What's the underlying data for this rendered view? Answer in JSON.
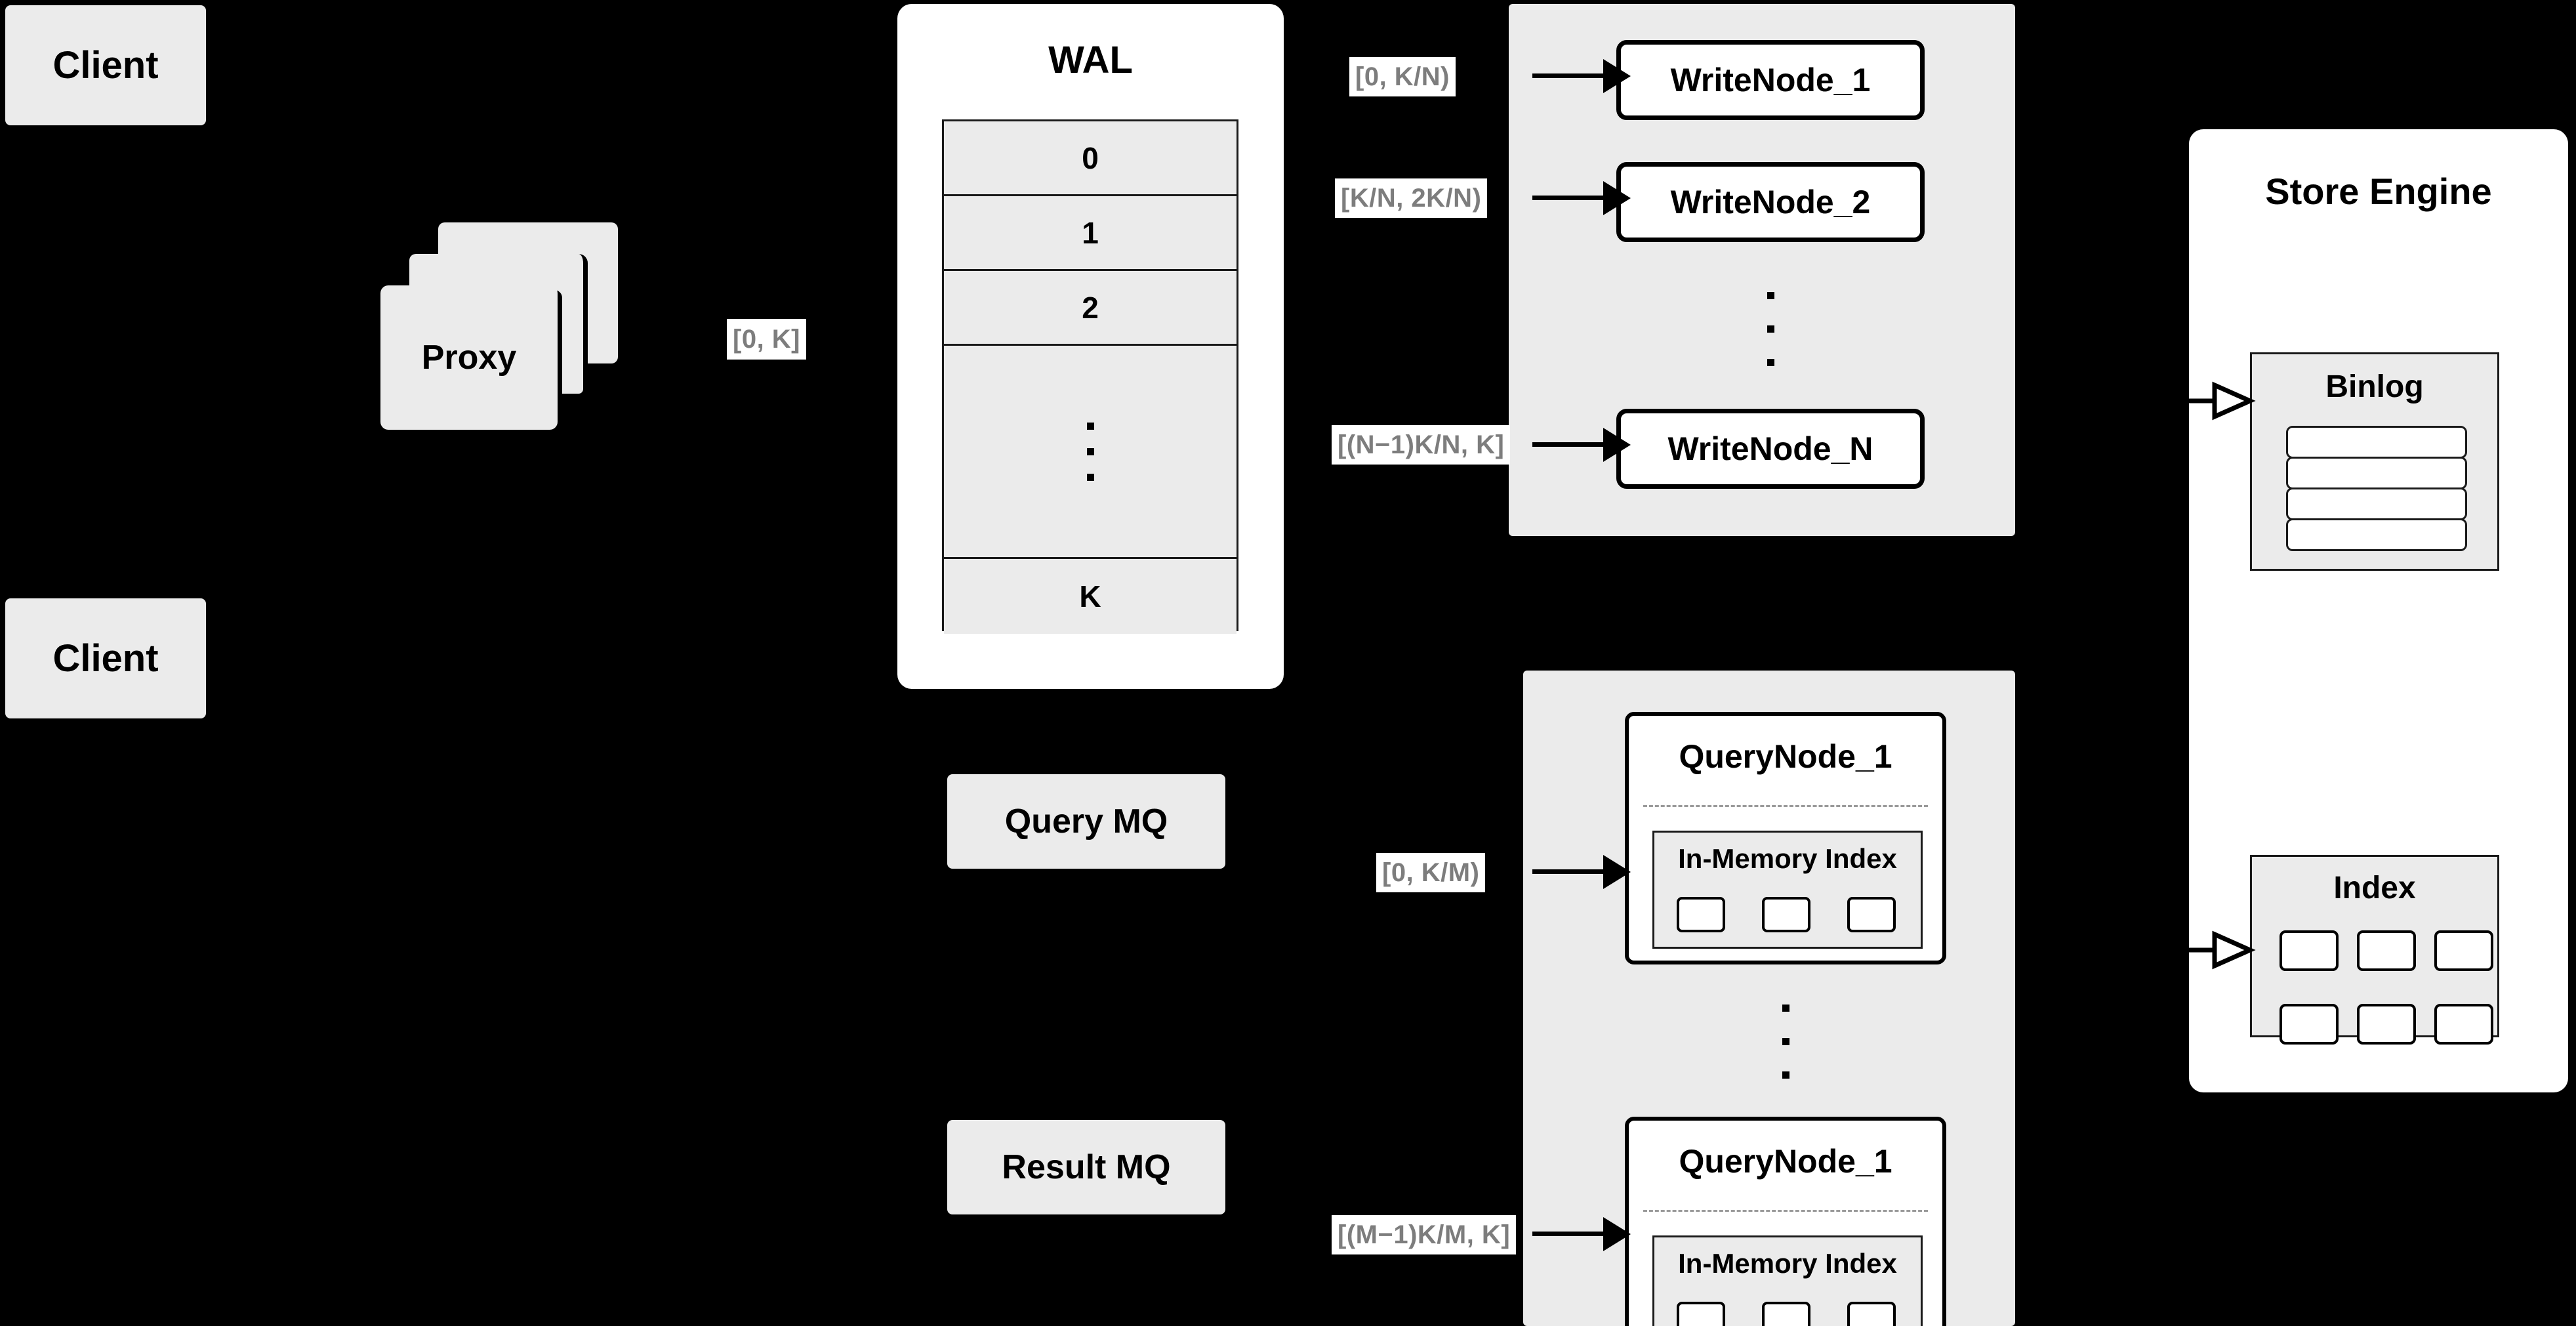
{
  "diagram": {
    "background_color": "#000000",
    "box_fill": "#ebebeb",
    "panel_fill": "#ffffff",
    "label_text_color": "#7d7d7d",
    "stroke_color": "#000000"
  },
  "clients": [
    {
      "label": "Client"
    },
    {
      "label": "Client"
    }
  ],
  "proxy": {
    "label": "Proxy",
    "stack_count": 3
  },
  "wal": {
    "title": "WAL",
    "rows": [
      "0",
      "1",
      "2",
      "",
      "K"
    ],
    "dots_row_index": 3,
    "dots_count": 3
  },
  "write_group": {
    "nodes": [
      {
        "label": "WriteNode_1"
      },
      {
        "label": "WriteNode_2"
      },
      {
        "label": "WriteNode_N"
      }
    ],
    "dots_count": 3
  },
  "query_group": {
    "nodes": [
      {
        "title": "QueryNode_1",
        "index_title": "In-Memory Index",
        "index_cells": 3
      },
      {
        "title": "QueryNode_1",
        "index_title": "In-Memory Index",
        "index_cells": 3
      }
    ],
    "dots_count": 3
  },
  "message_queues": [
    {
      "label": "Query MQ"
    },
    {
      "label": "Result MQ"
    }
  ],
  "store_engine": {
    "title": "Store Engine",
    "binlog": {
      "title": "Binlog",
      "bars": 4
    },
    "index": {
      "title": "Index",
      "cells": 6,
      "columns": 3,
      "rows": 2
    }
  },
  "edge_labels": [
    {
      "id": "proxy-to-wal",
      "text": "[0, K]"
    },
    {
      "id": "wal-to-writenode-1",
      "text": "[0,  K/N)"
    },
    {
      "id": "wal-to-writenode-2",
      "text": "[K/N, 2K/N)"
    },
    {
      "id": "wal-to-writenode-n",
      "text": "[(N−1)K/N,  K]"
    },
    {
      "id": "mq-to-querynode-1",
      "text": "[0, K/M)"
    },
    {
      "id": "mq-to-querynode-m",
      "text": "[(M−1)K/M, K]"
    }
  ]
}
